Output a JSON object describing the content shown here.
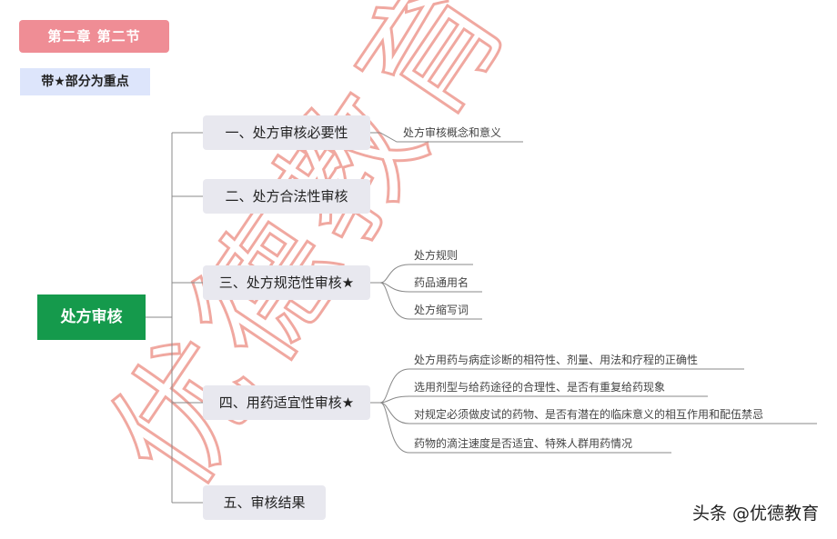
{
  "header": {
    "chapter_label": "第二章  第二节",
    "note_label": "带★部分为重点"
  },
  "mindmap": {
    "root_label": "处方审核",
    "branches": [
      {
        "label": "一、处方审核必要性",
        "leaves": [
          "处方审核概念和意义"
        ]
      },
      {
        "label": "二、处方合法性审核",
        "leaves": []
      },
      {
        "label": "三、处方规范性审核★",
        "leaves": [
          "处方规则",
          "药品通用名",
          "处方缩写词"
        ]
      },
      {
        "label": "四、用药适宜性审核★",
        "leaves": [
          "处方用药与病症诊断的相符性、剂量、用法和疗程的正确性",
          "选用剂型与给药途径的合理性、是否有重复给药现象",
          "对规定必须做皮试的药物、是否有潜在的临床意义的相互作用和配伍禁忌",
          "药物的滴注速度是否适宜、特殊人群用药情况"
        ]
      },
      {
        "label": "五、审核结果",
        "leaves": []
      }
    ]
  },
  "watermark": {
    "text": "优德教育",
    "color": "#f0a8a0"
  },
  "footer": {
    "brand_label": "头条 @优德教育"
  }
}
